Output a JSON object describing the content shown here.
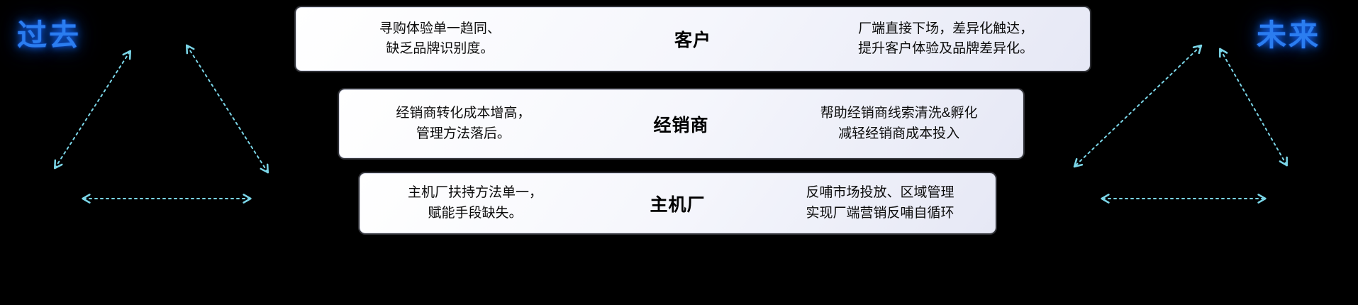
{
  "era_labels": {
    "past": "过去",
    "future": "未来"
  },
  "rows": [
    {
      "id": "customer",
      "past_problem": "寻购体验单一趋同、\n缺乏品牌识别度。",
      "label": "客户",
      "future_solution": "厂端直接下场，差异化触达，\n提升客户体验及品牌差异化。"
    },
    {
      "id": "dealer",
      "past_problem": "经销商转化成本增高，\n管理方法落后。",
      "label": "经销商",
      "future_solution": "帮助经销商线索清洗&孵化\n减轻经销商成本投入"
    },
    {
      "id": "oem",
      "past_problem": "主机厂扶持方法单一，\n赋能手段缺失。",
      "label": "主机厂",
      "future_solution": "反哺市场投放、区域管理\n实现厂端营销反哺自循环"
    }
  ],
  "icons": {
    "past_triangle": "triangle-of-dashed-double-arrows",
    "future_triangle": "triangle-of-dashed-double-arrows"
  },
  "colors": {
    "background": "#000000",
    "arrow": "#7bd6e8",
    "era_label": "#2b7df0",
    "era_label_glow": "#1464f0",
    "box_gradient_start": "#ffffff",
    "box_gradient_end": "#e6e8f5",
    "box_text": "#0c0c0c"
  }
}
